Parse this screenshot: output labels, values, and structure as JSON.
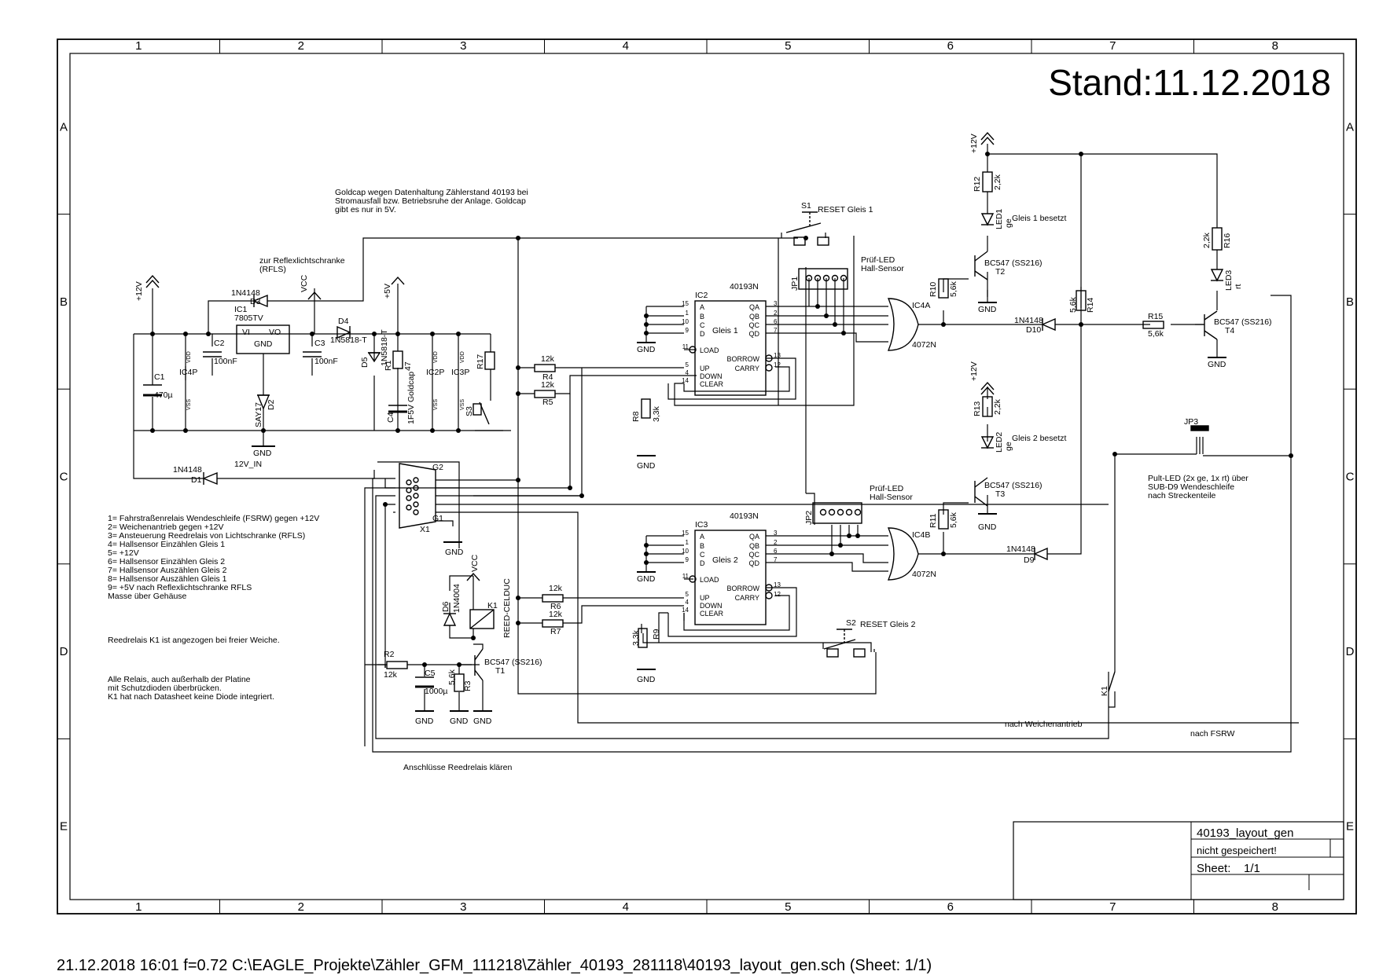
{
  "stand": "Stand:11.12.2018",
  "grid": {
    "cols": [
      "1",
      "2",
      "3",
      "4",
      "5",
      "6",
      "7",
      "8"
    ],
    "rows": [
      "A",
      "B",
      "C",
      "D",
      "E"
    ]
  },
  "notes": {
    "goldcap": [
      "Goldcap wegen Datenhaltung Zählerstand 40193 bei",
      "Stromausfall bzw. Betriebsruhe der Anlage. Goldcap",
      "gibt es nur in 5V."
    ],
    "reflex": [
      "zur Reflexlichtschranke",
      "(RFLS)"
    ],
    "pin_legend": [
      "1=    Fahrstraßenrelais Wendeschleife (FSRW) gegen +12V",
      "2=    Weichenantrieb gegen +12V",
      "3=    Ansteuerung Reedrelais von Lichtschranke (RFLS)",
      "4=      Hallsensor Einzählen Gleis 1",
      "5=     +12V",
      "6=     Hallsensor Einzählen Gleis 2",
      "7=     Hallsensor Auszählen Gleis 2",
      "8=     Hallsensor Auszählen Gleis 1",
      "9=     +5V nach Reflexlichtschranke RFLS",
      "Masse über Gehäuse"
    ],
    "reed": "Reedrelais K1 ist angezogen bei freier Weiche.",
    "relais": [
      "Alle Relais, auch außerhalb der Platine",
      "mit Schutzdioden überbrücken.",
      "K1 hat nach Datasheet keine Diode integriert."
    ],
    "klaeren": "Anschlüsse Reedrelais klären",
    "gleis1_besetzt": "Gleis 1 besetzt",
    "gleis2_besetzt": "Gleis 2 besetzt",
    "pultled": [
      "Pult-LED (2x ge, 1x rt) über",
      "SUB-D9 Wendeschleife",
      "nach Streckenteile"
    ],
    "weichenantrieb": "nach Weichenantrieb",
    "fsrw": "nach FSRW",
    "reset1": "RESET Gleis 1",
    "reset2": "RESET Gleis 2",
    "pruef_led": [
      "Prüf-LED",
      "Hall-Sensor"
    ],
    "v12_in": "12V_IN"
  },
  "labels": {
    "p12v": "+12V",
    "p5v": "+5V",
    "vcc": "VCC",
    "gnd": "GND",
    "ic1": "IC1",
    "ic1_val": "7805TV",
    "vi": "VI",
    "vo": "VO",
    "ic1_gnd": "GND",
    "c1": "C1",
    "c1_val": "470µ",
    "c2": "C2",
    "c2_val": "100nF",
    "c3": "C3",
    "c3_val": "100nF",
    "c4_val": "1F5V Goldcap",
    "c4": "C4",
    "c5": "C5",
    "c5_val": "1000µ",
    "d1": "D1",
    "d1_val": "1N4148",
    "d2": "D2",
    "d2_val": "SAY17",
    "d3": "D3",
    "d3_val": "1N4148",
    "d4": "D4",
    "d4_val": "1N5818-T",
    "d5": "D5",
    "d5_val": "1N5818-T",
    "d6": "D6",
    "d6_val": "1N4004",
    "d9": "D9",
    "d9_val": "1N4148",
    "d10": "D10",
    "d10_val": "1N4148",
    "r1": "R1",
    "r1_val": "47",
    "r2": "R2",
    "r2_val": "12k",
    "r3": "R3",
    "r3_val": "5,6k",
    "r4": "R4",
    "r4_val": "12k",
    "r5": "R5",
    "r5_val": "12k",
    "r6": "R6",
    "r6_val": "12k",
    "r7": "R7",
    "r7_val": "12k",
    "r8": "R8",
    "r8_val": "3,3k",
    "r9": "R9",
    "r9_val": "3,3k",
    "r10": "R10",
    "r10_val": "5,6k",
    "r11": "R11",
    "r11_val": "5,6k",
    "r12": "R12",
    "r12_val": "2,2k",
    "r13": "R13",
    "r13_val": "2,2k",
    "r14": "R14",
    "r14_val": "5,6k",
    "r15": "R15",
    "r15_val": "5,6k",
    "r16": "R16",
    "r16_val": "2,2k",
    "r17": "R17",
    "ic2": "IC2",
    "ic3": "IC3",
    "ic2_val": "40193N",
    "ic3_val": "40193N",
    "gleis1": "Gleis 1",
    "gleis2": "Gleis 2",
    "pins_left": [
      "A",
      "B",
      "C",
      "D",
      "LOAD",
      "UP",
      "DOWN",
      "CLEAR"
    ],
    "pins_right": [
      "QA",
      "QB",
      "QC",
      "QD",
      "BORROW",
      "CARRY"
    ],
    "nums_left": [
      "15",
      "1",
      "10",
      "9",
      "11",
      "5",
      "4",
      "14"
    ],
    "nums_right": [
      "3",
      "2",
      "6",
      "7",
      "13",
      "12"
    ],
    "ic4a": "IC4A",
    "ic4b": "IC4B",
    "ic4_val": "4072N",
    "ic4p": "IC4P",
    "ic2p": "IC2P",
    "ic3p": "IC3P",
    "vdd": "VDD",
    "vss": "VSS",
    "t1": "T1",
    "t2": "T2",
    "t3": "T3",
    "t4": "T4",
    "bc547": "BC547 (SS216)",
    "led1": "LED1",
    "led2": "LED2",
    "led3": "LED3",
    "ge": "ge",
    "rt": "rt",
    "s1": "S1",
    "s2": "S2",
    "s3": "S3",
    "jp1": "JP1",
    "jp2": "JP2",
    "jp3": "JP3",
    "k1": "K1",
    "reed_cel": "REED-CELDUC",
    "x1": "X1",
    "g1": "G1",
    "g2": "G2"
  },
  "title_block": {
    "name": "40193_layout_gen",
    "status": "nicht gespeichert!",
    "sheet_label": "Sheet:",
    "sheet_value": "1/1"
  },
  "footer": "21.12.2018 16:01  f=0.72  C:\\EAGLE_Projekte\\Zähler_GFM_111218\\Zähler_40193_281118\\40193_layout_gen.sch (Sheet: 1/1)"
}
